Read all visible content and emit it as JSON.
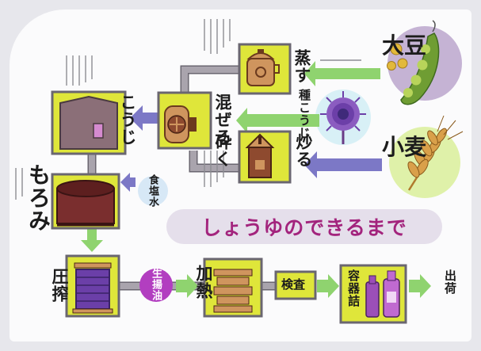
{
  "colors": {
    "page": "#e7e7ec",
    "cream": "#fbfbfc",
    "lime": "#dfe63a",
    "box_border": "#6a6670",
    "pipe_gray": "#a9a4ad",
    "arrow_green": "#8fd36f",
    "arrow_blue": "#7c78c6",
    "purple": "#b23ec0",
    "brown": "#8e4a2f",
    "tan": "#cf955e",
    "banner": "#e5dfeb",
    "title": "#a3247d",
    "text": "#1c1c1c"
  },
  "title": "しょうゆのできるまで",
  "ingredients": {
    "soybean": "大豆",
    "wheat": "小麦",
    "koji_starter": "種こうじ",
    "salt_water": "食塩水"
  },
  "steps": {
    "steam": "蒸す",
    "roast": "炒る",
    "crush": "砕く",
    "mix": "混ぜる",
    "koji": "こうじ",
    "moromi": "もろみ",
    "press": "圧搾",
    "raw_soy_sauce": "生揚油",
    "heat": "加熱",
    "inspect": "検査",
    "bottle": "容器詰",
    "ship": "出荷"
  },
  "icons": {
    "soybean": "soybean-pod-icon",
    "wheat": "wheat-ear-icon",
    "koji_starter": "koji-mold-icon",
    "steamer": "steamer-pot-icon",
    "mixer": "mixing-drum-icon",
    "crusher": "crusher-icon",
    "koji_room": "koji-room-icon",
    "moromi_tank": "moromi-tank-icon",
    "press": "press-machine-icon",
    "heater": "heating-tank-icon",
    "bottles": "soy-bottles-icon"
  }
}
